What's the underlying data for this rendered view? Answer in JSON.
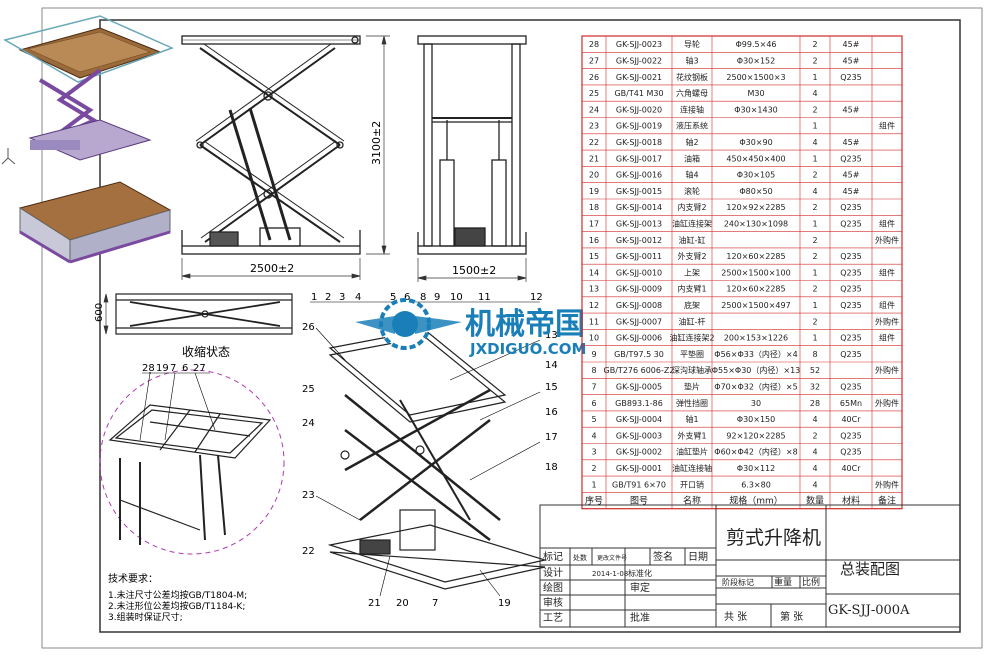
{
  "drawing": {
    "title": "剪式升降机",
    "subtitle": "总装配图",
    "drawing_no": "GK-SJJ-000A",
    "state_label": "收缩状态",
    "dims": {
      "front_height": "3100±2",
      "front_width": "2500±2",
      "side_width": "1500±2",
      "collapsed_height": "600"
    }
  },
  "bom": {
    "headers": [
      "序号",
      "图号",
      "名称",
      "规格（mm）",
      "数量",
      "材料",
      "备注"
    ],
    "rows": [
      [
        "28",
        "GK-SJJ-0023",
        "导轮",
        "Φ99.5×46",
        "2",
        "45#",
        ""
      ],
      [
        "27",
        "GK-SJJ-0022",
        "轴3",
        "Φ30×152",
        "2",
        "45#",
        ""
      ],
      [
        "26",
        "GK-SJJ-0021",
        "花纹钢板",
        "2500×1500×3",
        "1",
        "Q235",
        ""
      ],
      [
        "25",
        "GB/T41 M30",
        "六角螺母",
        "M30",
        "4",
        "",
        ""
      ],
      [
        "24",
        "GK-SJJ-0020",
        "连接轴",
        "Φ30×1430",
        "2",
        "45#",
        ""
      ],
      [
        "23",
        "GK-SJJ-0019",
        "液压系统",
        "",
        "1",
        "",
        "组件"
      ],
      [
        "22",
        "GK-SJJ-0018",
        "轴2",
        "Φ30×90",
        "4",
        "45#",
        ""
      ],
      [
        "21",
        "GK-SJJ-0017",
        "油箱",
        "450×450×400",
        "1",
        "Q235",
        ""
      ],
      [
        "20",
        "GK-SJJ-0016",
        "轴4",
        "Φ30×105",
        "2",
        "45#",
        ""
      ],
      [
        "19",
        "GK-SJJ-0015",
        "滚轮",
        "Φ80×50",
        "4",
        "45#",
        ""
      ],
      [
        "18",
        "GK-SJJ-0014",
        "内支臂2",
        "120×92×2285",
        "2",
        "Q235",
        ""
      ],
      [
        "17",
        "GK-SJJ-0013",
        "油缸连接架",
        "240×130×1098",
        "1",
        "Q235",
        "组件"
      ],
      [
        "16",
        "GK-SJJ-0012",
        "油缸-缸",
        "",
        "2",
        "",
        "外购件"
      ],
      [
        "15",
        "GK-SJJ-0011",
        "外支臂2",
        "120×60×2285",
        "2",
        "Q235",
        ""
      ],
      [
        "14",
        "GK-SJJ-0010",
        "上架",
        "2500×1500×100",
        "1",
        "Q235",
        "组件"
      ],
      [
        "13",
        "GK-SJJ-0009",
        "内支臂1",
        "120×60×2285",
        "2",
        "Q235",
        ""
      ],
      [
        "12",
        "GK-SJJ-0008",
        "底架",
        "2500×1500×497",
        "1",
        "Q235",
        "组件"
      ],
      [
        "11",
        "GK-SJJ-0007",
        "油缸-杆",
        "",
        "2",
        "",
        "外购件"
      ],
      [
        "10",
        "GK-SJJ-0006",
        "油缸连接架2",
        "200×153×1226",
        "1",
        "Q235",
        "组件"
      ],
      [
        "9",
        "GB/T97.5 30",
        "平垫圈",
        "Φ56×Φ33（内径）×4",
        "8",
        "Q235",
        ""
      ],
      [
        "8",
        "GB/T276 6006-Z2",
        "深沟球轴承",
        "Φ55×Φ30（内径）×13",
        "52",
        "",
        "外购件"
      ],
      [
        "7",
        "GK-SJJ-0005",
        "垫片",
        "Φ70×Φ32（内径）×5",
        "32",
        "Q235",
        ""
      ],
      [
        "6",
        "GB893.1-86",
        "弹性挡圈",
        "30",
        "28",
        "65Mn",
        "外购件"
      ],
      [
        "5",
        "GK-SJJ-0004",
        "轴1",
        "Φ30×150",
        "4",
        "40Cr",
        ""
      ],
      [
        "4",
        "GK-SJJ-0003",
        "外支臂1",
        "92×120×2285",
        "2",
        "Q235",
        ""
      ],
      [
        "3",
        "GK-SJJ-0002",
        "油缸垫片",
        "Φ60×Φ42（内径）×8",
        "4",
        "Q235",
        ""
      ],
      [
        "2",
        "GK-SJJ-0001",
        "油缸连接轴",
        "Φ30×112",
        "4",
        "40Cr",
        ""
      ],
      [
        "1",
        "GB/T91 6×70",
        "开口销",
        "6.3×80",
        "4",
        "",
        "外购件"
      ]
    ]
  },
  "title_block": {
    "row1": [
      "标记",
      "处数",
      "更改文件号",
      "签名",
      "日期"
    ],
    "design_label": "设计",
    "design_date": "2014-1-08",
    "standard_label": "标准化",
    "stage_label": "阶段标记",
    "weight_label": "重量",
    "scale_label": "比例",
    "draw_label": "绘图",
    "check_label": "审定",
    "review_label": "审核",
    "process_label": "工艺",
    "approve_label": "批准",
    "total_sheets": "共  张",
    "sheet_no": "第  张"
  },
  "notes": {
    "heading": "技术要求：",
    "lines": [
      "1.未注尺寸公差均按GB/T1804-M;",
      "2.未注形位公差均按GB/T1184-K;",
      "3.组装时保证尺寸;"
    ]
  },
  "watermark": {
    "cn": "机械帝国",
    "en": "JXDIGUO.COM"
  },
  "balloons_top": [
    "1",
    "2",
    "3",
    "4",
    "5",
    "6",
    "8",
    "9",
    "10",
    "11",
    "12"
  ],
  "balloons_right": [
    "13",
    "14",
    "15",
    "16",
    "17",
    "18"
  ],
  "balloons_bottom": [
    "21",
    "20",
    "7",
    "19"
  ],
  "balloons_left": [
    "26",
    "25",
    "24",
    "23",
    "22"
  ],
  "detail_balloons": [
    "28",
    "19",
    "7",
    "6",
    "27"
  ],
  "colors": {
    "red": "#d12a2a",
    "frame": "#333333",
    "logo": "#1a7fb8"
  }
}
